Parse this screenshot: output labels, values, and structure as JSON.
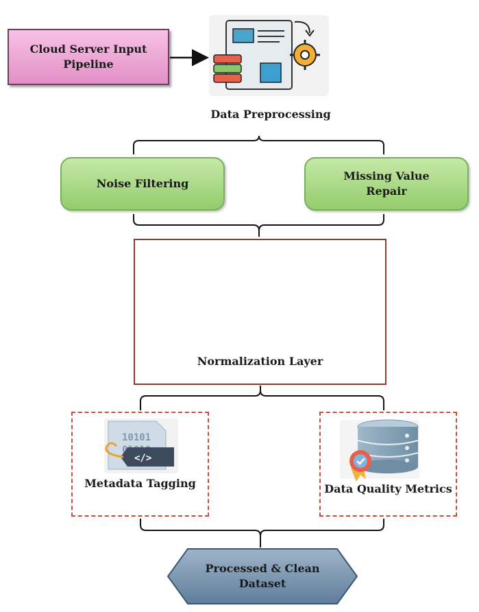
{
  "title": "",
  "nodes": {
    "input": "Cloud Server Input Pipeline",
    "preprocessing": "Data Preprocessing",
    "noise_filtering": "Noise Filtering",
    "missing_value": "Missing Value Repair",
    "normalization": "Normalization Layer",
    "metadata": "Metadata Tagging",
    "data_quality": "Data Quality Metrics",
    "output": "Processed & Clean Dataset"
  },
  "icons": {
    "preprocessing": "document-gear-database-icon",
    "normalization": "neural-layer-slabs-icon",
    "metadata": "binary-code-tag-icon",
    "data_quality": "database-badge-icon"
  },
  "code_tag_text": "</>",
  "binary_text": [
    "10101",
    "01010"
  ],
  "colors": {
    "input_fill": "#e897cb",
    "green_fill": "#a8d982",
    "norm_border": "#8b3a2e",
    "dashed_border": "#c0513a",
    "slab_fill": "#e27a7a",
    "hex_fill": "#7a93ad"
  }
}
